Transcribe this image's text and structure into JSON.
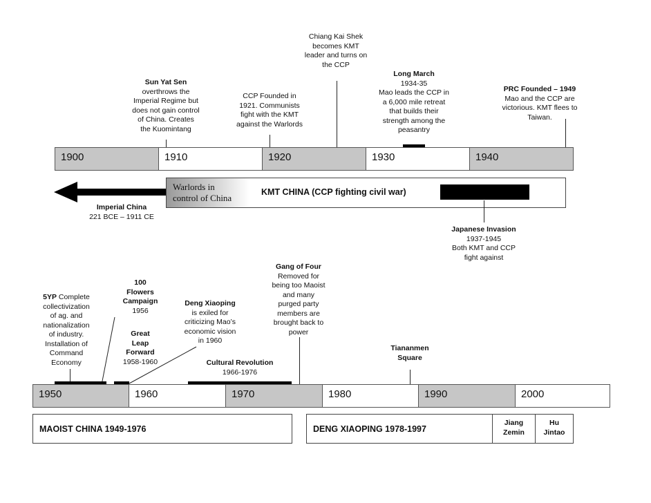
{
  "top_timeline": {
    "decades": [
      "1900",
      "1910",
      "1920",
      "1930",
      "1940"
    ],
    "events": {
      "sun_yat_sen": {
        "title": "Sun Yat Sen",
        "text": "overthrows the\nImperial Regime but\ndoes not gain control\nof China.  Creates\nthe Kuomintang"
      },
      "ccp_founded": {
        "text": "CCP Founded in\n1921.  Communists\nfight with the KMT\nagainst the Warlords"
      },
      "chiang": {
        "text": "Chiang Kai Shek\nbecomes KMT\nleader and turns on\nthe CCP"
      },
      "long_march": {
        "title": "Long March",
        "text": "1934-35\nMao leads the CCP in\na 6,000 mile retreat\nthat builds their\nstrength among the\npeasantry"
      },
      "prc": {
        "title": "PRC Founded – 1949",
        "text": "Mao and the CCP are\nvictorious.  KMT flees to\nTaiwan."
      },
      "imperial": {
        "title": "Imperial China",
        "text": "221 BCE – 1911 CE"
      },
      "japanese": {
        "title": "Japanese Invasion",
        "text": "1937-1945\nBoth KMT and CCP\nfight against"
      }
    },
    "warlords": "Warlords in\ncontrol of China",
    "kmt_china": "KMT CHINA (CCP fighting civil war)"
  },
  "bottom_timeline": {
    "decades": [
      "1950",
      "1960",
      "1970",
      "1980",
      "1990",
      "2000"
    ],
    "events": {
      "fyp": {
        "title": "5YP",
        "text": " Complete\ncollectivization\nof ag. and\nnationalization\nof industry.\nInstallation of\nCommand\nEconomy"
      },
      "hundred_flowers": {
        "title": "100\nFlowers\nCampaign",
        "text": "1956"
      },
      "great_leap": {
        "title": "Great\nLeap\nForward",
        "text": "1958-1960"
      },
      "deng_exiled": {
        "title": "Deng Xiaoping",
        "text": "is exiled for\ncriticizing Mao’s\neconomic vision\nin 1960"
      },
      "cultural_rev": {
        "title": "Cultural Revolution",
        "text": "1966-1976"
      },
      "gang_of_four": {
        "title": "Gang of Four",
        "text": "Removed for\nbeing too Maoist\nand many\npurged party\nmembers are\nbrought back to\npower"
      },
      "tiananmen": {
        "title": "Tiananmen\nSquare"
      }
    },
    "eras": {
      "maoist": "MAOIST CHINA 1949-1976",
      "deng": "DENG XIAOPING 1978-1997",
      "jiang": "Jiang\nZemin",
      "hu": "Hu\nJintao"
    }
  },
  "colors": {
    "grey_decade": "#c6c6c6",
    "black_marker": "#000000"
  }
}
